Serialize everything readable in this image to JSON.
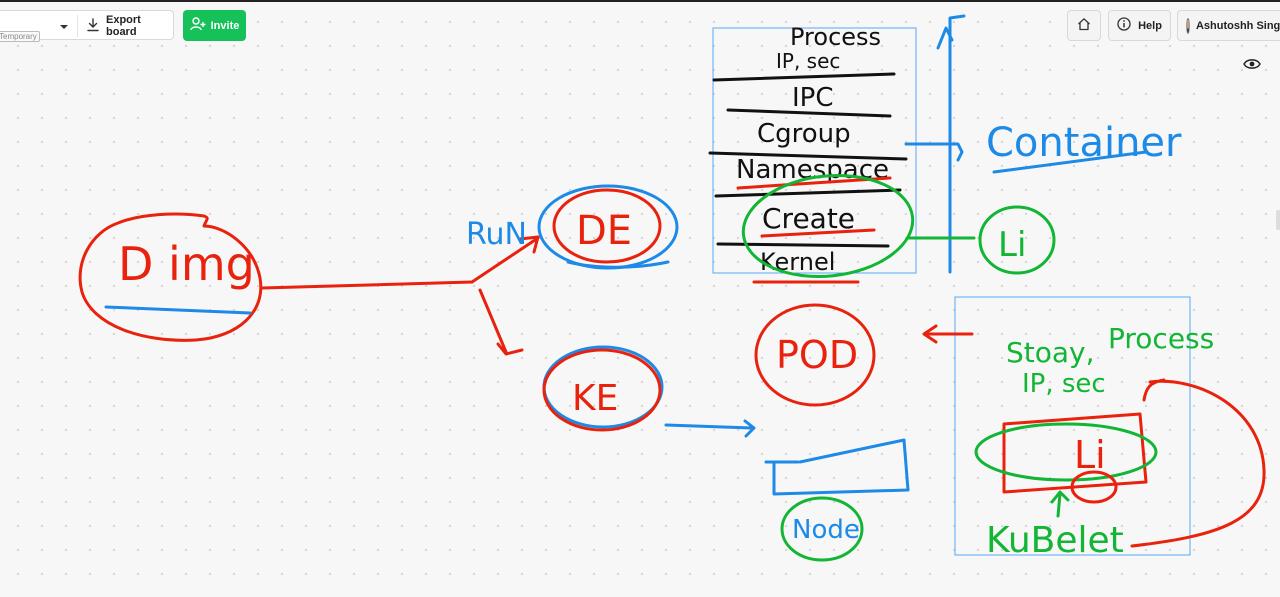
{
  "toolbar": {
    "board_tag": "Temporary",
    "export_label": "Export board",
    "invite_label": "Invite",
    "help_label": "Help",
    "user_name": "Ashutoshh Singh"
  },
  "board": {
    "docker_image": "D img",
    "run": "RuN",
    "docker_engine": "DE",
    "kubernetes_engine": "KE",
    "pod": "POD",
    "stack_process": "Process",
    "stack_process_sub": "IP, sec",
    "stack_ipc": "IPC",
    "stack_cgroup": "Cgroup",
    "stack_namespace": "Namespace",
    "stack_create": "Create",
    "stack_kernel": "Kernel",
    "container": "Container",
    "container_symbol": "Li",
    "node": "Node",
    "storage": "Stoay,",
    "process": "Process",
    "ip_sec": "IP, sec",
    "li_box": "Li",
    "kubelet": "KuBelet"
  },
  "colors": {
    "red": "#e8220d",
    "blue": "#1c8ae6",
    "green": "#12b534",
    "black": "#111111",
    "invite_green": "#17c15a"
  }
}
